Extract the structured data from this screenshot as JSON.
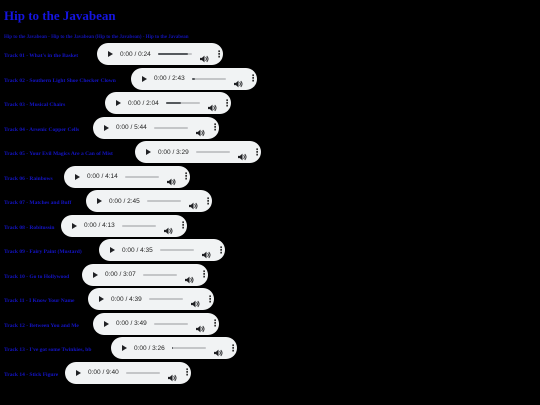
{
  "page": {
    "title": "Hip to the Javabean",
    "subtitle": "Hip to the Javabean - Hip to the Javabean  (Hip to the Javabean) - Hip to the Javabean"
  },
  "player_icons": {
    "play": "play-icon",
    "volume": "volume-icon",
    "menu": "more-vert-icon"
  },
  "tracks": [
    {
      "label": "Track 01 - What's in the Basket",
      "time": "0:00 / 0:24",
      "progress": 0.9
    },
    {
      "label": "Track 02 - Southern Light Shoe Checker Clown",
      "time": "0:00 / 2:43",
      "progress": 0.1
    },
    {
      "label": "Track 03 - Musical Chairs",
      "time": "0:00 / 2:04",
      "progress": 0.45
    },
    {
      "label": "Track 04 - Arsenic Copper Cells",
      "time": "0:00 / 5:44",
      "progress": 0
    },
    {
      "label": "Track 05 - Your Evil Magics Are a Can of Mist",
      "time": "0:00 / 3:29",
      "progress": 0
    },
    {
      "label": "Track 06 - Rainbows",
      "time": "0:00 / 4:14",
      "progress": 0
    },
    {
      "label": "Track 07 - Matches and Buff",
      "time": "0:00 / 2:45",
      "progress": 0
    },
    {
      "label": "Track 08 - Robitussin",
      "time": "0:00 / 4:13",
      "progress": 0
    },
    {
      "label": "Track 09 - Fairy Paint (Mustard)",
      "time": "0:00 / 4:35",
      "progress": 0
    },
    {
      "label": "Track 10 - Go to Hollywood",
      "time": "0:00 / 3:07",
      "progress": 0
    },
    {
      "label": "Track 11 - I Know Your Name",
      "time": "0:00 / 4:39",
      "progress": 0
    },
    {
      "label": "Track 12 - Between You and Me",
      "time": "0:00 / 3:49",
      "progress": 0
    },
    {
      "label": "Track 13 - I've got some Twinkies, bb",
      "time": "0:00 / 3:26",
      "progress": 0.03
    },
    {
      "label": "Track 14 - Stick Figure",
      "time": "0:00 / 9:40",
      "progress": 0
    }
  ]
}
